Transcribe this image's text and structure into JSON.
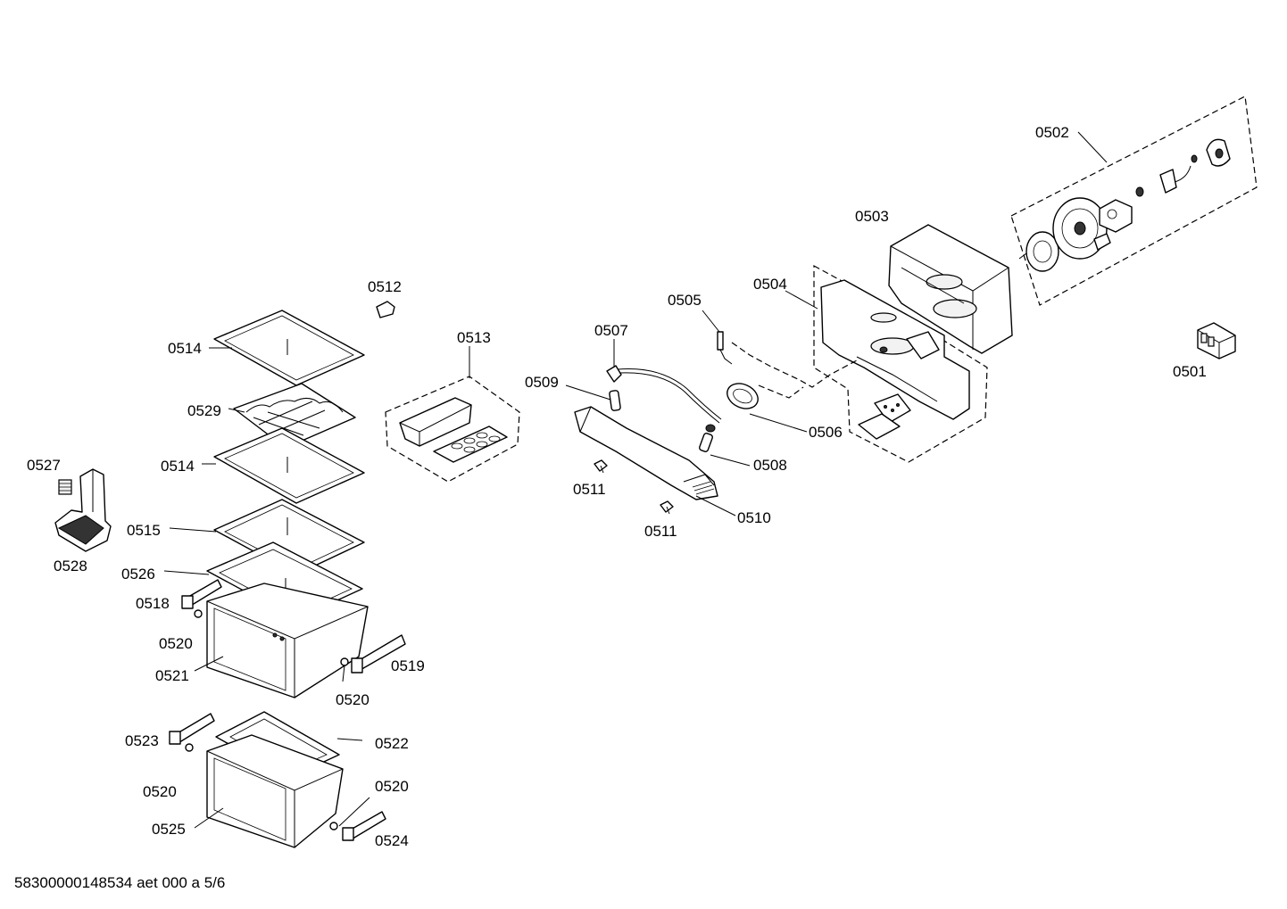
{
  "diagram": {
    "footer": "58300000148534 aet 000 a 5/6",
    "labels": {
      "p0501": "0501",
      "p0502": "0502",
      "p0503": "0503",
      "p0504": "0504",
      "p0505": "0505",
      "p0506": "0506",
      "p0507": "0507",
      "p0508": "0508",
      "p0509": "0509",
      "p0510": "0510",
      "p0511a": "0511",
      "p0511b": "0511",
      "p0512": "0512",
      "p0513": "0513",
      "p0514a": "0514",
      "p0514b": "0514",
      "p0515": "0515",
      "p0518": "0518",
      "p0519": "0519",
      "p0520a": "0520",
      "p0520b": "0520",
      "p0520c": "0520",
      "p0520d": "0520",
      "p0521": "0521",
      "p0522": "0522",
      "p0523": "0523",
      "p0524": "0524",
      "p0525": "0525",
      "p0526": "0526",
      "p0527": "0527",
      "p0528": "0528",
      "p0529": "0529"
    }
  }
}
